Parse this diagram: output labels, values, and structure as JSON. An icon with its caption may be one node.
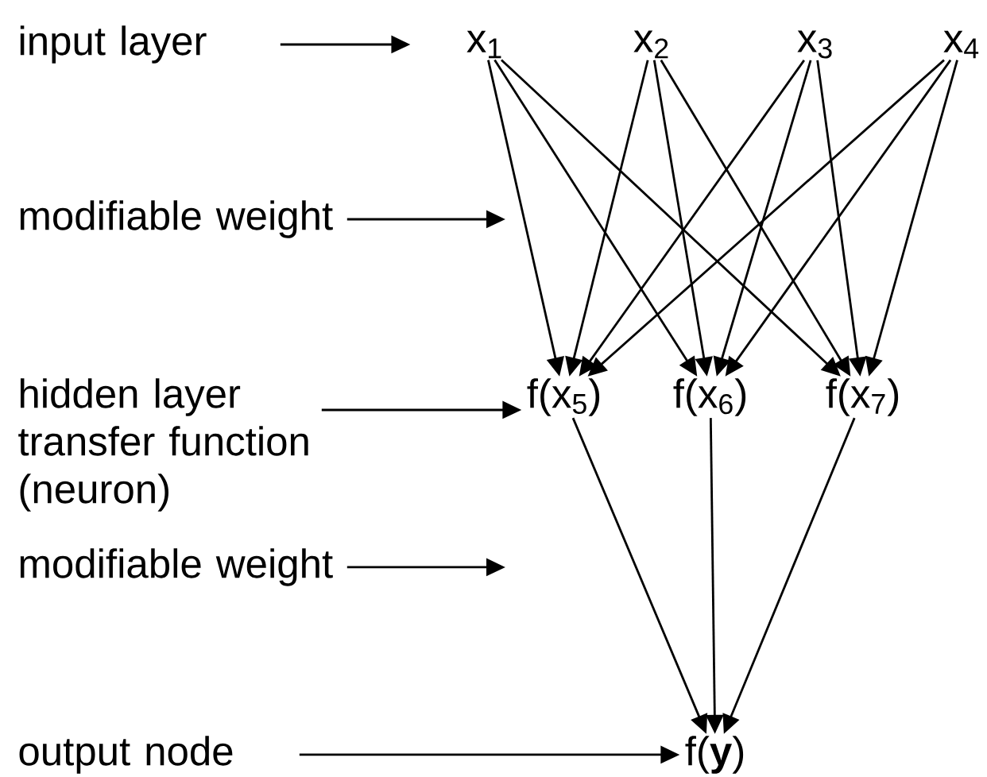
{
  "diagram": {
    "nodes": [
      {
        "text": [
          "input layer"
        ]
      },
      {
        "text": [
          "x$_{1}$"
        ]
      },
      {
        "text": [
          "x$_{2}$"
        ]
      },
      {
        "text": [
          "x$_{3}$"
        ]
      },
      {
        "text": [
          "x$_{4}$"
        ]
      },
      {
        "text": [
          "modifiable weight"
        ]
      },
      {
        "text": [
          "hidden layer transfer function (neuron)"
        ]
      },
      {
        "text": [
          "f(x$_{5}$)"
        ]
      },
      {
        "text": [
          "f(x$_{6}$)"
        ]
      },
      {
        "text": [
          "f(x$_{7}$)"
        ]
      },
      {
        "text": [
          "modifiable weight"
        ]
      },
      {
        "text": [
          "output node"
        ]
      },
      {
        "text": [
          "f(**y**)"
        ]
      }
    ],
    "edges": [
      {
        "from": 0,
        "to": 1,
        "arrow": "to"
      },
      {
        "from": 1,
        "to": 7,
        "arrow": "to"
      },
      {
        "from": 1,
        "to": 8,
        "arrow": "to"
      },
      {
        "from": 1,
        "to": 9,
        "arrow": "to"
      },
      {
        "from": 2,
        "to": 7,
        "arrow": "to"
      },
      {
        "from": 2,
        "to": 8,
        "arrow": "to"
      },
      {
        "from": 2,
        "to": 9,
        "arrow": "to"
      },
      {
        "from": 3,
        "to": 7,
        "arrow": "to"
      },
      {
        "from": 3,
        "to": 8,
        "arrow": "to"
      },
      {
        "from": 3,
        "to": 9,
        "arrow": "to"
      },
      {
        "from": 4,
        "to": 7,
        "arrow": "to"
      },
      {
        "from": 4,
        "to": 8,
        "arrow": "to"
      },
      {
        "from": 4,
        "to": 9,
        "arrow": "to"
      },
      {
        "from": 5,
        "to": null,
        "arrow": "to"
      },
      {
        "from": 6,
        "to": 7,
        "arrow": "to"
      },
      {
        "from": 7,
        "to": 12,
        "arrow": "to"
      },
      {
        "from": 8,
        "to": 12,
        "arrow": "to"
      },
      {
        "from": 9,
        "to": 12,
        "arrow": "to"
      },
      {
        "from": 10,
        "to": null,
        "arrow": "to"
      },
      {
        "from": 11,
        "to": 12,
        "arrow": "to"
      }
    ]
  }
}
